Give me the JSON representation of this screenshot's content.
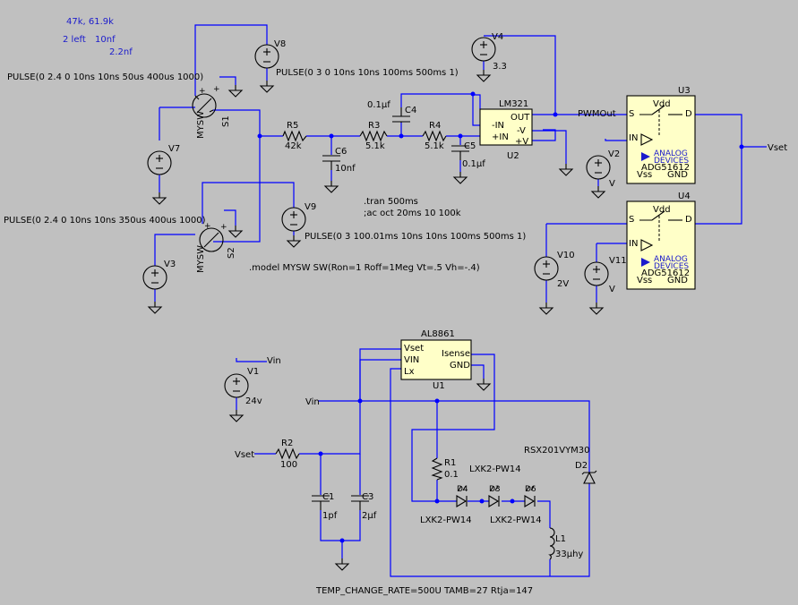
{
  "params": {
    "line1": "47k, 61.9k",
    "line2a": "2 left",
    "line2b": "10nf",
    "line3": "2.2nf"
  },
  "sources": {
    "v8": {
      "name": "V8",
      "value": "PULSE(0 3 0 10ns 10ns 100ms 500ms 1)"
    },
    "s1ctrl": {
      "value": "PULSE(0 2.4 0 10ns 10ns 50us 400us 1000)"
    },
    "v7": {
      "name": "V7"
    },
    "v4": {
      "name": "V4",
      "value": "3.3"
    },
    "v9": {
      "name": "V9",
      "value": "PULSE(0 3 100.01ms 10ns 10ns 100ms 500ms 1)"
    },
    "s2ctrl": {
      "value": "PULSE(0 2.4 0 10ns 10ns 350us 400us 1000)"
    },
    "v3": {
      "name": "V3"
    },
    "v2": {
      "name": "V2",
      "value": "V"
    },
    "v10": {
      "name": "V10",
      "value": "2V"
    },
    "v11": {
      "name": "V11",
      "value": "V"
    },
    "v1": {
      "name": "V1",
      "value": "24v"
    }
  },
  "switches": {
    "s1": {
      "name": "S1",
      "model": "MYSW"
    },
    "s2": {
      "name": "S2",
      "model": "MYSW"
    }
  },
  "passives": {
    "r5": {
      "name": "R5",
      "value": "42k"
    },
    "r3": {
      "name": "R3",
      "value": "5.1k"
    },
    "r4": {
      "name": "R4",
      "value": "5.1k"
    },
    "c6": {
      "name": "C6",
      "value": "10nf"
    },
    "c4": {
      "name": "C4",
      "value": "0.1µf"
    },
    "c5": {
      "name": "C5",
      "value": "0.1µf"
    },
    "r2": {
      "name": "R2",
      "value": "100"
    },
    "c1": {
      "name": "C1",
      "value": "1pf"
    },
    "c3": {
      "name": "C3",
      "value": "2µf"
    },
    "r1": {
      "name": "R1",
      "value": "0.1"
    },
    "l1": {
      "name": "L1",
      "value": "33µhy"
    }
  },
  "opamp": {
    "part": "LM321",
    "ref": "U2",
    "pins": {
      "inm": "-IN",
      "inp": "+IN",
      "out": "OUT",
      "vm": "-V",
      "vp": "+V"
    }
  },
  "u3": {
    "ref": "U3",
    "pins": {
      "s": "S",
      "d": "D",
      "vdd": "Vdd",
      "in": "IN",
      "vss": "Vss",
      "gnd": "GND"
    },
    "brand1": "ANALOG",
    "brand2": "DEVICES",
    "part": "ADG51612"
  },
  "u4": {
    "ref": "U4",
    "pins": {
      "s": "S",
      "d": "D",
      "vdd": "Vdd",
      "in": "IN",
      "vss": "Vss",
      "gnd": "GND"
    },
    "brand1": "ANALOG",
    "brand2": "DEVICES",
    "part": "ADG51612"
  },
  "u1": {
    "part": "AL8861",
    "ref": "U1",
    "pins": {
      "vset": "Vset",
      "vin": "VIN",
      "lx": "Lx",
      "isense": "Isense",
      "gnd": "GND"
    }
  },
  "nets": {
    "pwmout": "PWMOut",
    "vset": "Vset",
    "vin1": "Vin",
    "vin2": "Vin",
    "vset2": "Vset"
  },
  "directives": {
    "tran": ".tran 500ms",
    "ac": ";ac oct 20ms 10 100k",
    "model": ".model MYSW SW(Ron=1 Roff=1Meg Vt=.5 Vh=-.4)",
    "temp": "TEMP_CHANGE_RATE=500U TAMB=27 Rtja=147"
  },
  "leds": {
    "top": "LXK2-PW14",
    "bl": "LXK2-PW14",
    "br": "LXK2-PW14"
  },
  "diode": {
    "name": "D2",
    "part": "RSX201VYM30"
  },
  "colors": {
    "wire": "#0000ff",
    "background": "#c0c0c0",
    "symbol": "#000000",
    "chip_fill": "#ffffc8"
  }
}
